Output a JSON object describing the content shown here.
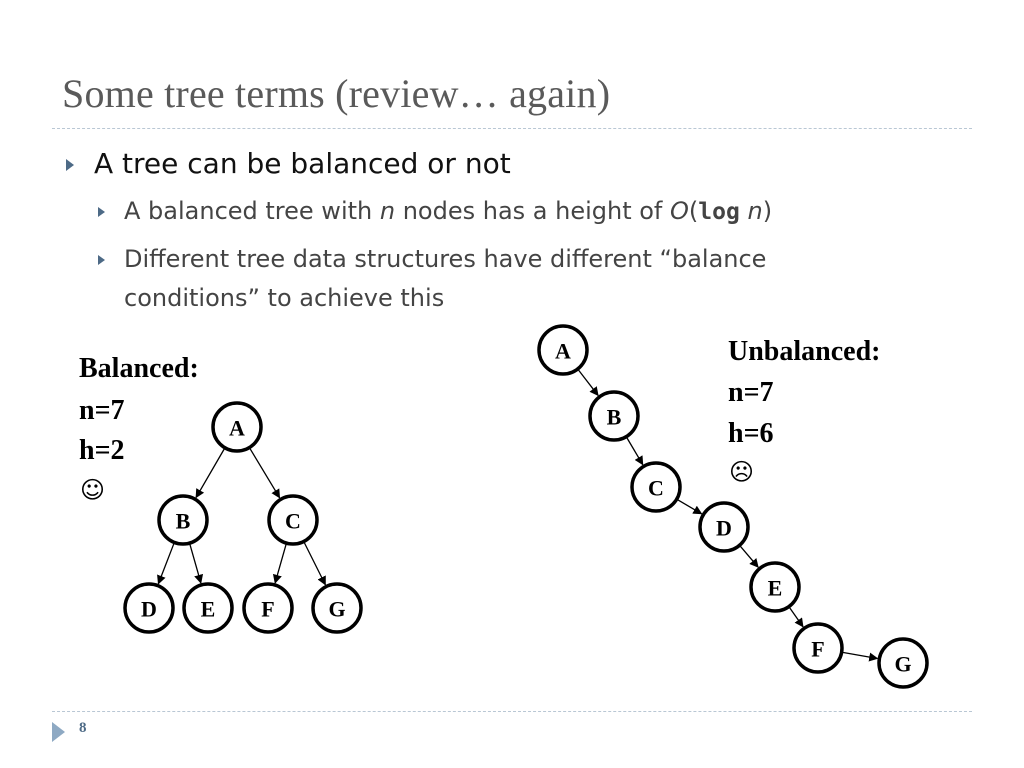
{
  "slide": {
    "title": "Some tree terms (review… again)",
    "page_number": "8"
  },
  "bullets": {
    "main": "A tree can be balanced or not",
    "sub1": {
      "prefix": "A balanced tree with ",
      "n1": "n",
      "middle": " nodes has a height of ",
      "big_o": "O",
      "paren_open": "(",
      "log": "log",
      "space": " ",
      "n2": "n",
      "paren_close": ")"
    },
    "sub2": {
      "line1": "Different tree data structures have different “balance",
      "line2": "conditions” to achieve this"
    }
  },
  "balanced": {
    "heading": "Balanced:",
    "n": "n=7",
    "h": "h=2",
    "emoji": "☺",
    "nodes": [
      {
        "id": "A",
        "label": "A"
      },
      {
        "id": "B",
        "label": "B"
      },
      {
        "id": "C",
        "label": "C"
      },
      {
        "id": "D",
        "label": "D"
      },
      {
        "id": "E",
        "label": "E"
      },
      {
        "id": "F",
        "label": "F"
      },
      {
        "id": "G",
        "label": "G"
      }
    ],
    "edges": [
      [
        "A",
        "B"
      ],
      [
        "A",
        "C"
      ],
      [
        "B",
        "D"
      ],
      [
        "B",
        "E"
      ],
      [
        "C",
        "F"
      ],
      [
        "C",
        "G"
      ]
    ]
  },
  "unbalanced": {
    "heading": "Unbalanced:",
    "n": "n=7",
    "h": "h=6",
    "emoji": "☹",
    "nodes": [
      {
        "id": "A",
        "label": "A"
      },
      {
        "id": "B",
        "label": "B"
      },
      {
        "id": "C",
        "label": "C"
      },
      {
        "id": "D",
        "label": "D"
      },
      {
        "id": "E",
        "label": "E"
      },
      {
        "id": "F",
        "label": "F"
      },
      {
        "id": "G",
        "label": "G"
      }
    ],
    "edges": [
      [
        "A",
        "B"
      ],
      [
        "B",
        "C"
      ],
      [
        "C",
        "D"
      ],
      [
        "D",
        "E"
      ],
      [
        "E",
        "F"
      ],
      [
        "F",
        "G"
      ]
    ]
  },
  "colors": {
    "title": "#5a5a5a",
    "bullet": "#4d6a86",
    "node_stroke": "#000000"
  }
}
